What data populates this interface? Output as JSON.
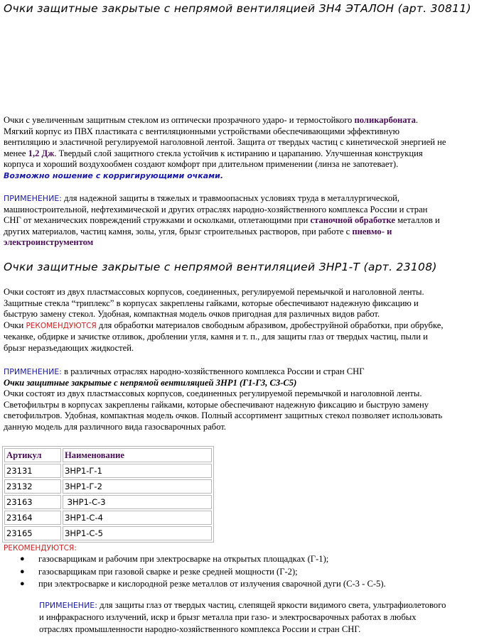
{
  "header1": "Очки защитные закрытые с непрямой вентиляцией ЗН4 ЭТАЛОН (арт. 30811)",
  "desc1": {
    "l1_a": "Очки с увеличенным защитным стеклом из  оптически прозрачного ударо- и термостойкого ",
    "l1_b": "поликарбоната",
    "l1_c": ".",
    "l2": "Мягкий корпус из ПВХ  пластиката с вентиляционными  устройствами обеспечивающими эффективную",
    "l3": "вентиляцию и эластичной регулируемой наголовной лентой. Защита от твердых частиц с кинетической энергией  не",
    "l4_a": "менее ",
    "l4_b": "1,2 Дж",
    "l4_c": ". Твердый слой защитного стекла устойчив к истиранию и царапанию. Улучшенная конструкция",
    "l5": "корпуса  и хороший воздухообмен создают  комфорт при  длительном применении  (линза не запотевает).",
    "l6": "Возможно ношение с корригирующими очками."
  },
  "app1": {
    "label": "ПРИМЕНЕНИЕ:",
    "l1": " для надежной защиты в тяжелых и травмоопасных условиях труда в металлургической,",
    "l2": "машиностроительной, нефтехимической и других отраслях народно-хозяйственного комплекса  России и стран",
    "l3_a": "СНГ от механических повреждений стружками и осколками, отлетающими при ",
    "l3_b": "станочной обработке",
    "l3_c": "  металлов и",
    "l4_a": "других материалов, частиц камня, золы, угля, брызг   строительных растворов, при  работе с ",
    "l4_b": "пневмо- и",
    "l5": "электроинструментом"
  },
  "header2": "Очки защитные закрытые с непрямой вентиляцией ЗНР1-Т (арт. 23108)",
  "desc2": {
    "l1": "Очки состоят из двух пластмассовых корпусов, соединенных, регулируемой перемычкой и наголовной ленты.",
    "l2": "Защитные стекла “триплекс” в корпусах закреплены гайками, которые обеспечивают надежную фиксацию и",
    "l3": "быструю замену стекол. Удобная, компактная модель очков пригодная  для различных видов  работ.",
    "l4_a": "Очки ",
    "l4_b": "РЕКОМЕНДУЮТСЯ",
    "l4_c": "  для  обработки материалов свободным  абразивом, дробеструйной обработки, при обрубке,",
    "l5": "чеканке, обдирке и зачистке отливок, дроблении угля, камня и т. п., для защиты глаз от твердых частиц, пыли и",
    "l6": "брызг неразъедающих жидкостей."
  },
  "app2": {
    "label": "ПРИМЕНЕНИЕ:",
    "text": " в различных отраслях народно-хозяйственного комплекса России и стран СНГ"
  },
  "sub3": {
    "title": "Очки защитные закрытые с непрямой вентиляцией ЗНР1 (Г1-Г3, С3-С5)",
    "l1": "Очки состоят из двух пластмассовых корпусов, соединенных  регулируемой перемычкой и наголовной ленты.",
    "l2": "Светофильтры в корпусах  закреплены  гайками, которые обеспечивают  надежную фиксацию и быструю замену",
    "l3": "светофильтров. Удобная, компактная модель очков. Полный ассортимент защитных стекол позволяет использовать",
    "l4": "данную модель для различного вида газосварочных работ."
  },
  "table": {
    "headers": [
      "Артикул",
      "Наименование"
    ],
    "rows": [
      [
        "23131",
        "ЗНР1-Г-1"
      ],
      [
        "23132",
        "ЗНР1-Г-2"
      ],
      [
        "23163",
        " ЗНР1-С-3"
      ],
      [
        "23164",
        "ЗНР1-С-4"
      ],
      [
        "23165",
        "ЗНР1-С-5"
      ]
    ]
  },
  "recommend": {
    "label": "РЕКОМЕНДУЮТСЯ:",
    "bullet": "●",
    "items": [
      "газосварщикам и рабочим при электросварке на открытых площадках (Г-1);",
      "газосварщикам при газовой сварке и резке средней мощности (Г-2);",
      "при электросварке и кислородной резке металлов от излучения сварочной дуги (С-3 - С-5)."
    ]
  },
  "app3": {
    "label": "ПРИМЕНЕНИЕ:",
    "l1": " для защиты глаз от твердых частиц, слепящей  яркости видимого света, ультрафиолетового",
    "l2": "и  инфракрасного излучений, искр и брызг  металла при газо- и электросварочных работах в любых",
    "l3": "отраслях промышленности народно-хозяйственного комплекса России и стран СНГ."
  },
  "colors": {
    "purple": "#4b0e58",
    "blue": "#1a1aa6",
    "red": "#cc2222"
  }
}
